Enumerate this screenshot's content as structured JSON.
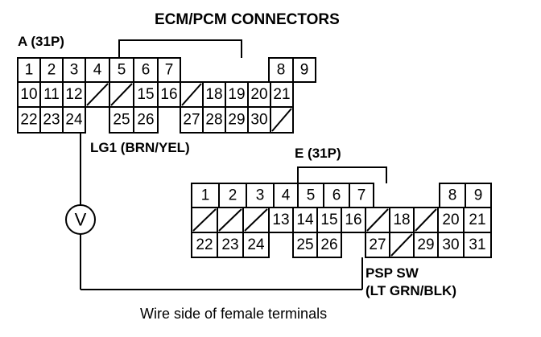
{
  "title": "ECM/PCM CONNECTORS",
  "connector_a": {
    "label": "A (31P)",
    "row1": [
      "1",
      "2",
      "3",
      "4",
      "5",
      "6",
      "7",
      "",
      "8",
      "9"
    ],
    "row2": [
      "10",
      "11",
      "12",
      "/",
      "/",
      "15",
      "16",
      "/",
      "18",
      "19",
      "20",
      "21"
    ],
    "row3": [
      "22",
      "23",
      "24",
      "",
      "25",
      "26",
      "",
      "27",
      "28",
      "29",
      "30",
      "/"
    ]
  },
  "connector_e": {
    "label": "E (31P)",
    "row1": [
      "1",
      "2",
      "3",
      "4",
      "5",
      "6",
      "7",
      "",
      "8",
      "9"
    ],
    "row2": [
      "/",
      "/",
      "/",
      "13",
      "14",
      "15",
      "16",
      "/",
      "18",
      "/",
      "20",
      "21"
    ],
    "row3": [
      "22",
      "23",
      "24",
      "",
      "25",
      "26",
      "",
      "27",
      "/",
      "29",
      "30",
      "31"
    ]
  },
  "wire_lg1": "LG1 (BRN/YEL)",
  "wire_psp_line1": "PSP SW",
  "wire_psp_line2": "(LT GRN/BLK)",
  "voltmeter_symbol": "V",
  "caption": "Wire side of female terminals"
}
